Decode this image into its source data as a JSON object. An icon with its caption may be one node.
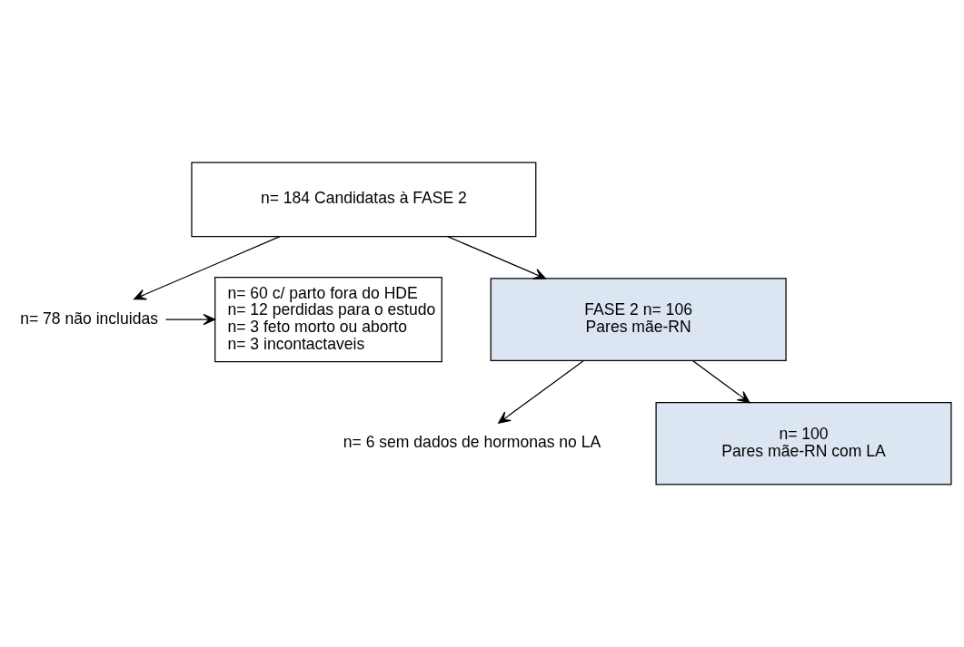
{
  "diagram": {
    "nodes": [
      {
        "text": [
          "n= 184 Candidatas à FASE 2"
        ]
      },
      {
        "text": [
          "n= 78 não incluidas"
        ]
      },
      {
        "text": [
          "n= 60 c/ parto fora do HDE",
          "n= 12 perdidas para o estudo",
          "n= 3 feto morto ou aborto",
          "n= 3 incontactaveis"
        ]
      },
      {
        "text": [
          "FASE 2 n= 106",
          "Pares mãe-RN"
        ]
      },
      {
        "text": [
          "n= 6 sem dados de hormonas no LA"
        ]
      },
      {
        "text": [
          "n= 100",
          "Pares mãe-RN com LA"
        ]
      }
    ],
    "edges": [
      {
        "from": 0,
        "to": 3,
        "arrow": "to"
      },
      {
        "from": 0,
        "to": 1,
        "arrow": "to"
      },
      {
        "from": 1,
        "to": 2,
        "arrow": "to"
      },
      {
        "from": 3,
        "to": 5,
        "arrow": "to"
      },
      {
        "from": 3,
        "to": 4,
        "arrow": "to"
      }
    ]
  }
}
